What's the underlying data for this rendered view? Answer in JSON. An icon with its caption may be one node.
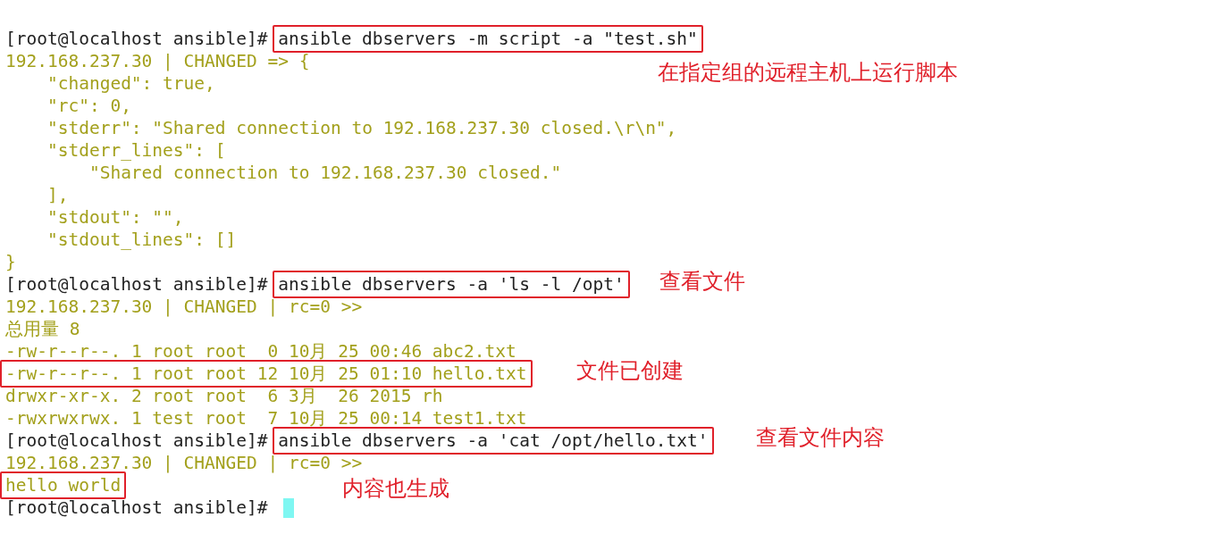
{
  "diagram": {
    "nodes": [
      {
        "text": [
          "ansible dbservers -m script -a \"test.sh\""
        ],
        "beside": [
          "在指定组的远程主机上运行脚本"
        ]
      },
      {
        "text": [
          "ansible dbservers -a 'ls -l /opt'"
        ],
        "beside": [
          "查看文件"
        ]
      },
      {
        "text": [
          "-rw-r--r--. 1 root root 12 10月 25 01:10 hello.txt"
        ],
        "beside": [
          "文件已创建"
        ]
      },
      {
        "text": [
          "ansible dbservers -a 'cat /opt/hello.txt'"
        ],
        "beside": [
          "查看文件内容"
        ]
      },
      {
        "text": [
          "hello world"
        ]
      }
    ],
    "labels": [
      "[root@localhost ansible]#",
      "192.168.237.30 | CHANGED => {",
      "\"changed\": true,",
      "\"rc\": 0,",
      "\"stderr\": \"Shared connection to 192.168.237.30 closed.\\r\\n\",",
      "\"stderr_lines\": [",
      "\"Shared connection to 192.168.237.30 closed.\"",
      "],",
      "\"stdout\": \"\",",
      "\"stdout_lines\": []",
      "}",
      "[root@localhost ansible]#",
      "192.168.237.30 | CHANGED | rc=0 >>",
      "总用量 8",
      "-rw-r--r--. 1 root root  0 10月 25 00:46 abc2.txt",
      "drwxr-xr-x. 2 root root  6 3月  26 2015 rh",
      "-rwxrwxrwx. 1 test root  7 10月 25 00:14 test1.txt",
      "[root@localhost ansible]#",
      "192.168.237.30 | CHANGED | rc=0 >>",
      "内容也生成",
      "[root@localhost ansible]#"
    ]
  }
}
